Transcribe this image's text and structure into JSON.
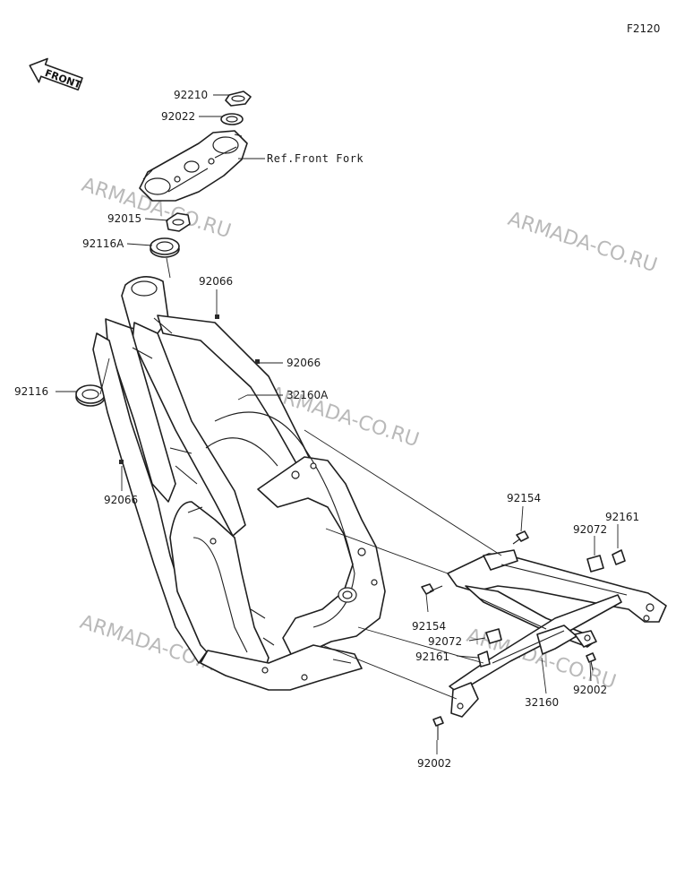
{
  "figure_code": "F2120",
  "front_indicator": "FRONT",
  "reference_label": "Ref.Front Fork",
  "watermark": "ARMADA-CO.RU",
  "part_labels": [
    {
      "id": "nut-top",
      "number": "92210"
    },
    {
      "id": "washer-top",
      "number": "92022"
    },
    {
      "id": "nut-steering",
      "number": "92015"
    },
    {
      "id": "bearing-upper",
      "number": "92116A"
    },
    {
      "id": "bearing-lower",
      "number": "92116"
    },
    {
      "id": "plug-1",
      "number": "92066"
    },
    {
      "id": "plug-2",
      "number": "92066"
    },
    {
      "id": "plug-3",
      "number": "92066"
    },
    {
      "id": "frame",
      "number": "32160A"
    },
    {
      "id": "bolt-subframe-upper",
      "number": "92154"
    },
    {
      "id": "bolt-subframe-lower",
      "number": "92154"
    },
    {
      "id": "collar-right",
      "number": "92072"
    },
    {
      "id": "collar-left",
      "number": "92072"
    },
    {
      "id": "clamp-right",
      "number": "92161"
    },
    {
      "id": "clamp-left",
      "number": "92161"
    },
    {
      "id": "subframe",
      "number": "32160"
    },
    {
      "id": "bolt-right",
      "number": "92002"
    },
    {
      "id": "bolt-lower",
      "number": "92002"
    }
  ]
}
